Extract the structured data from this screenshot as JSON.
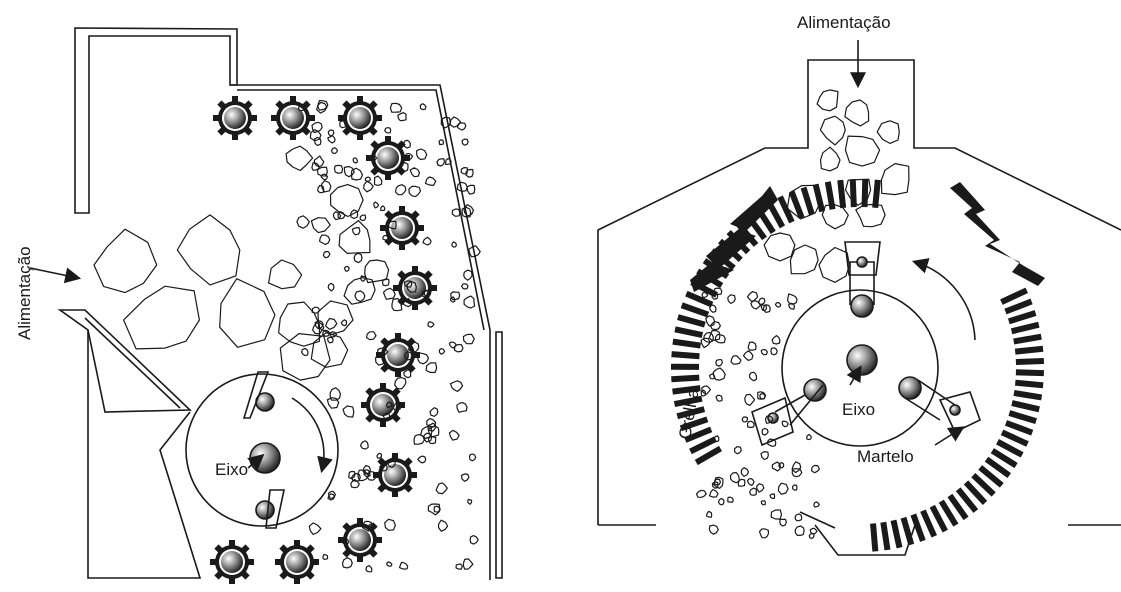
{
  "left_diagram": {
    "feed_label": "Alimentação",
    "shaft_label": "Eixo"
  },
  "right_diagram": {
    "feed_label": "Alimentação",
    "shaft_label": "Eixo",
    "grate_label": "Grelha",
    "hammer_label": "Martelo"
  },
  "colors": {
    "line": "#1a1a1a",
    "background": "#ffffff"
  }
}
